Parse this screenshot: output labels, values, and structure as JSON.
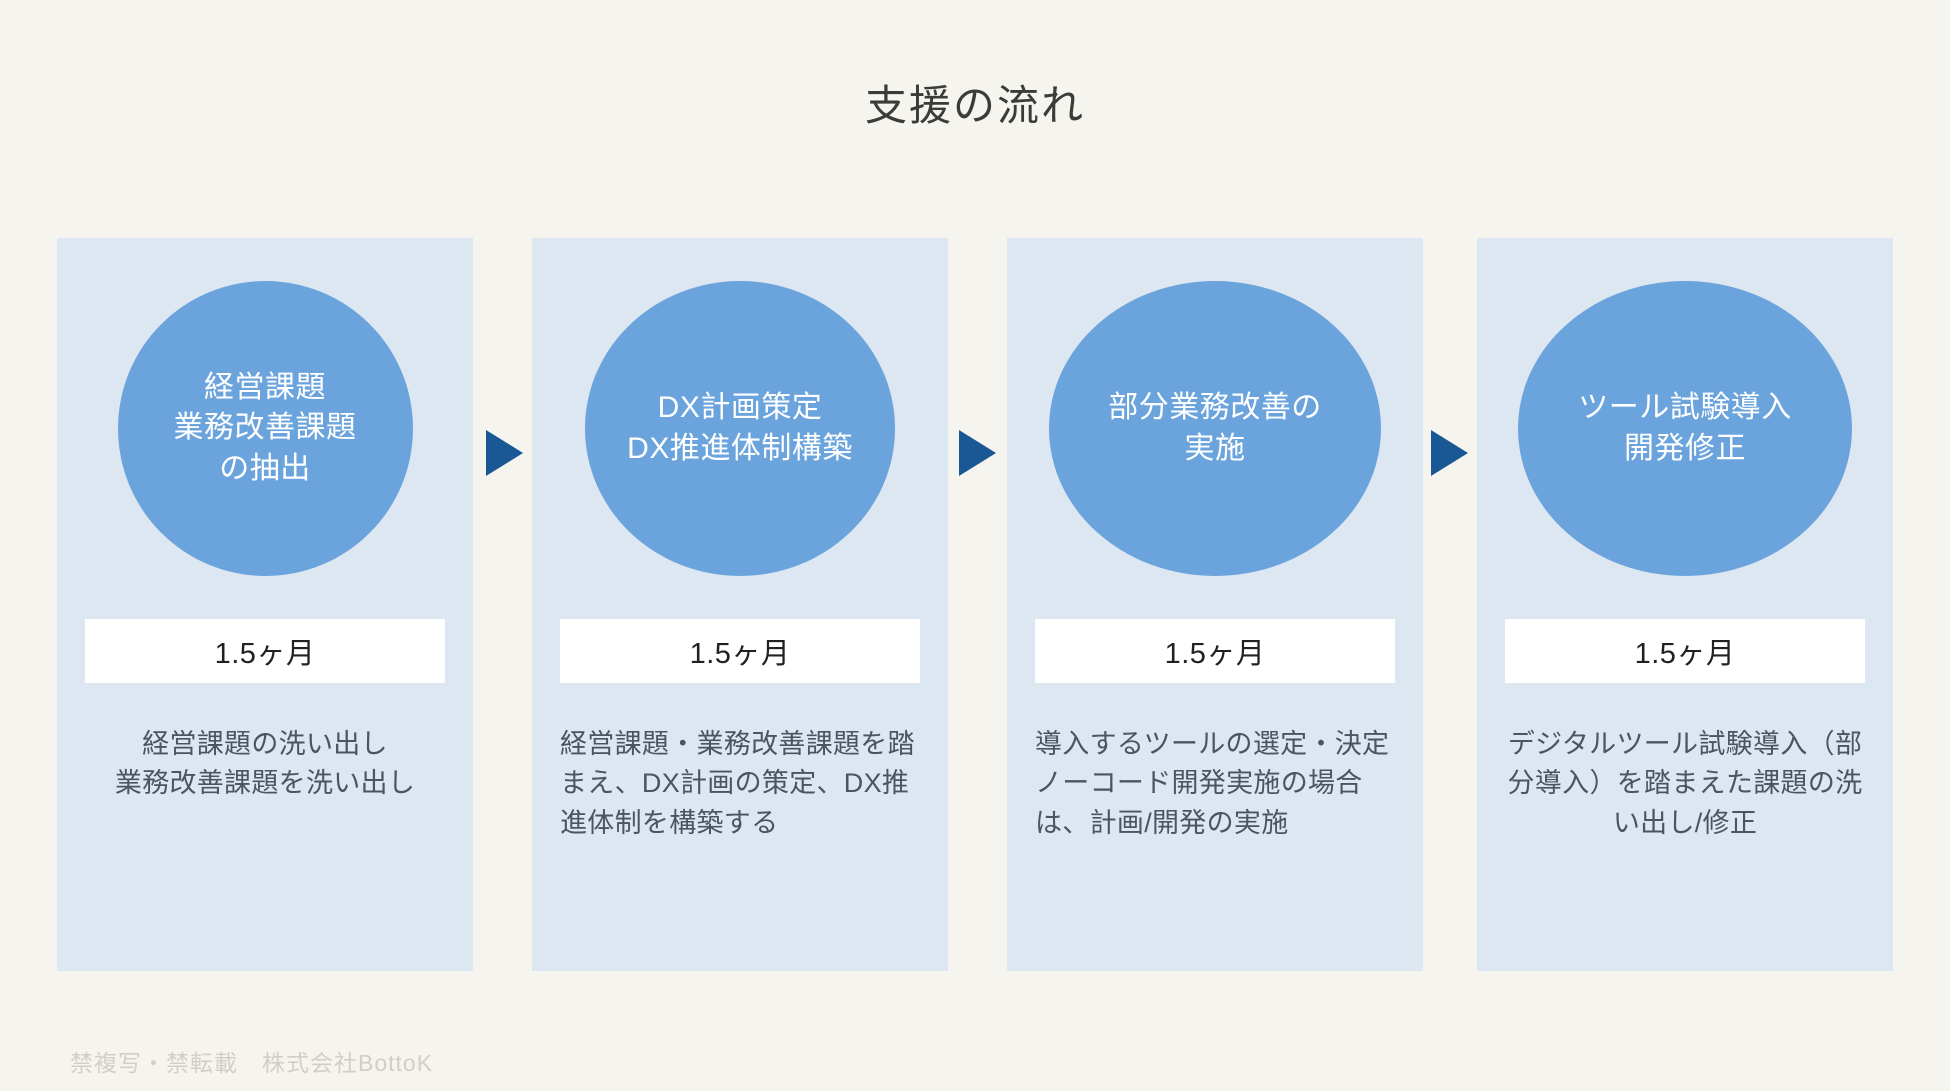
{
  "page": {
    "title": "支援の流れ",
    "background_color": "#f5f4ef",
    "panel_color": "#dde7f1",
    "circle_color": "#6ba4dd",
    "arrow_color": "#1a5795",
    "badge_color": "#ffffff",
    "title_color": "#3b3b38",
    "body_text_color": "#4a5560",
    "footer_color": "#d2cfc6"
  },
  "footer": {
    "text": "禁複写・禁転載　株式会社BottoK"
  },
  "arrows": [
    {
      "name": "arrow-step-1-to-2",
      "glyph": "▶"
    },
    {
      "name": "arrow-step-2-to-3",
      "glyph": "▶"
    },
    {
      "name": "arrow-step-3-to-4",
      "glyph": "▶"
    }
  ],
  "steps": [
    {
      "index": 1,
      "circle_label": "経営課題\n業務改善課題\nの抽出",
      "duration": "1.5ヶ月",
      "description": "経営課題の洗い出し\n業務改善課題を洗い出し",
      "description_align": "center"
    },
    {
      "index": 2,
      "circle_label": "DX計画策定\nDX推進体制構築",
      "duration": "1.5ヶ月",
      "description": "経営課題・業務改善課題を踏まえ、DX計画の策定、DX推進体制を構築する",
      "description_align": "left"
    },
    {
      "index": 3,
      "circle_label": "部分業務改善の\n実施",
      "duration": "1.5ヶ月",
      "description": "導入するツールの選定・決定\nノーコード開発実施の場合は、計画/開発の実施",
      "description_align": "left"
    },
    {
      "index": 4,
      "circle_label": "ツール試験導入\n開発修正",
      "duration": "1.5ヶ月",
      "description": "デジタルツール試験導入（部分導入）を踏まえた課題の洗い出し/修正",
      "description_align": "center"
    }
  ]
}
